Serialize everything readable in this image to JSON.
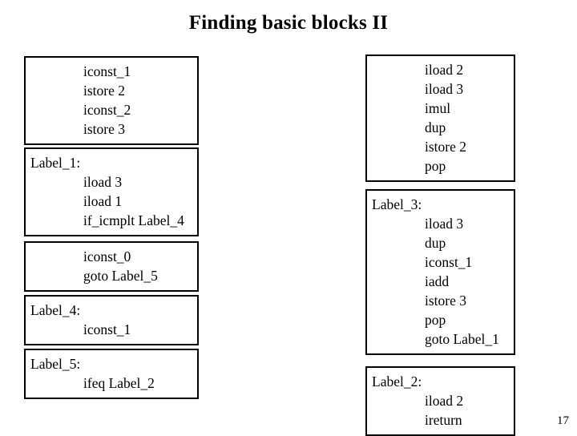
{
  "slide": {
    "title": "Finding basic blocks II",
    "page_number": "17"
  },
  "left_column": {
    "blocks": [
      {
        "name": "block-1",
        "lines": [
          {
            "text": "iconst_1",
            "kind": "code"
          },
          {
            "text": "istore 2",
            "kind": "code"
          },
          {
            "text": "iconst_2",
            "kind": "code"
          },
          {
            "text": "istore 3",
            "kind": "code"
          }
        ]
      },
      {
        "name": "block-label-1",
        "lines": [
          {
            "text": "Label_1:",
            "kind": "label"
          },
          {
            "text": "iload 3",
            "kind": "code"
          },
          {
            "text": "iload 1",
            "kind": "code"
          },
          {
            "text": "if_icmplt Label_4",
            "kind": "code"
          }
        ]
      },
      {
        "name": "block-2",
        "lines": [
          {
            "text": "iconst_0",
            "kind": "code"
          },
          {
            "text": "goto Label_5",
            "kind": "code"
          }
        ]
      },
      {
        "name": "block-label-4",
        "lines": [
          {
            "text": "Label_4:",
            "kind": "label"
          },
          {
            "text": "iconst_1",
            "kind": "code"
          }
        ]
      },
      {
        "name": "block-label-5",
        "lines": [
          {
            "text": "Label_5:",
            "kind": "label"
          },
          {
            "text": "ifeq Label_2",
            "kind": "code"
          }
        ]
      }
    ]
  },
  "right_column": {
    "blocks": [
      {
        "name": "block-3",
        "lines": [
          {
            "text": "iload 2",
            "kind": "code"
          },
          {
            "text": "iload 3",
            "kind": "code"
          },
          {
            "text": "imul",
            "kind": "code"
          },
          {
            "text": "dup",
            "kind": "code"
          },
          {
            "text": "istore 2",
            "kind": "code"
          },
          {
            "text": "pop",
            "kind": "code"
          }
        ]
      },
      {
        "name": "block-label-3",
        "lines": [
          {
            "text": "Label_3:",
            "kind": "label"
          },
          {
            "text": "iload 3",
            "kind": "code"
          },
          {
            "text": "dup",
            "kind": "code"
          },
          {
            "text": "iconst_1",
            "kind": "code"
          },
          {
            "text": "iadd",
            "kind": "code"
          },
          {
            "text": "istore 3",
            "kind": "code"
          },
          {
            "text": "pop",
            "kind": "code"
          },
          {
            "text": "goto Label_1",
            "kind": "code"
          }
        ]
      },
      {
        "name": "block-label-2",
        "lines": [
          {
            "text": "Label_2:",
            "kind": "label"
          },
          {
            "text": "iload 2",
            "kind": "code"
          },
          {
            "text": "ireturn",
            "kind": "code"
          }
        ]
      }
    ]
  },
  "layout": {
    "left_gaps": [
      0,
      3,
      6,
      4,
      4
    ],
    "right_gaps": [
      0,
      9,
      14
    ]
  },
  "colors": {
    "background": "#ffffff",
    "text": "#000000",
    "border": "#000000"
  }
}
